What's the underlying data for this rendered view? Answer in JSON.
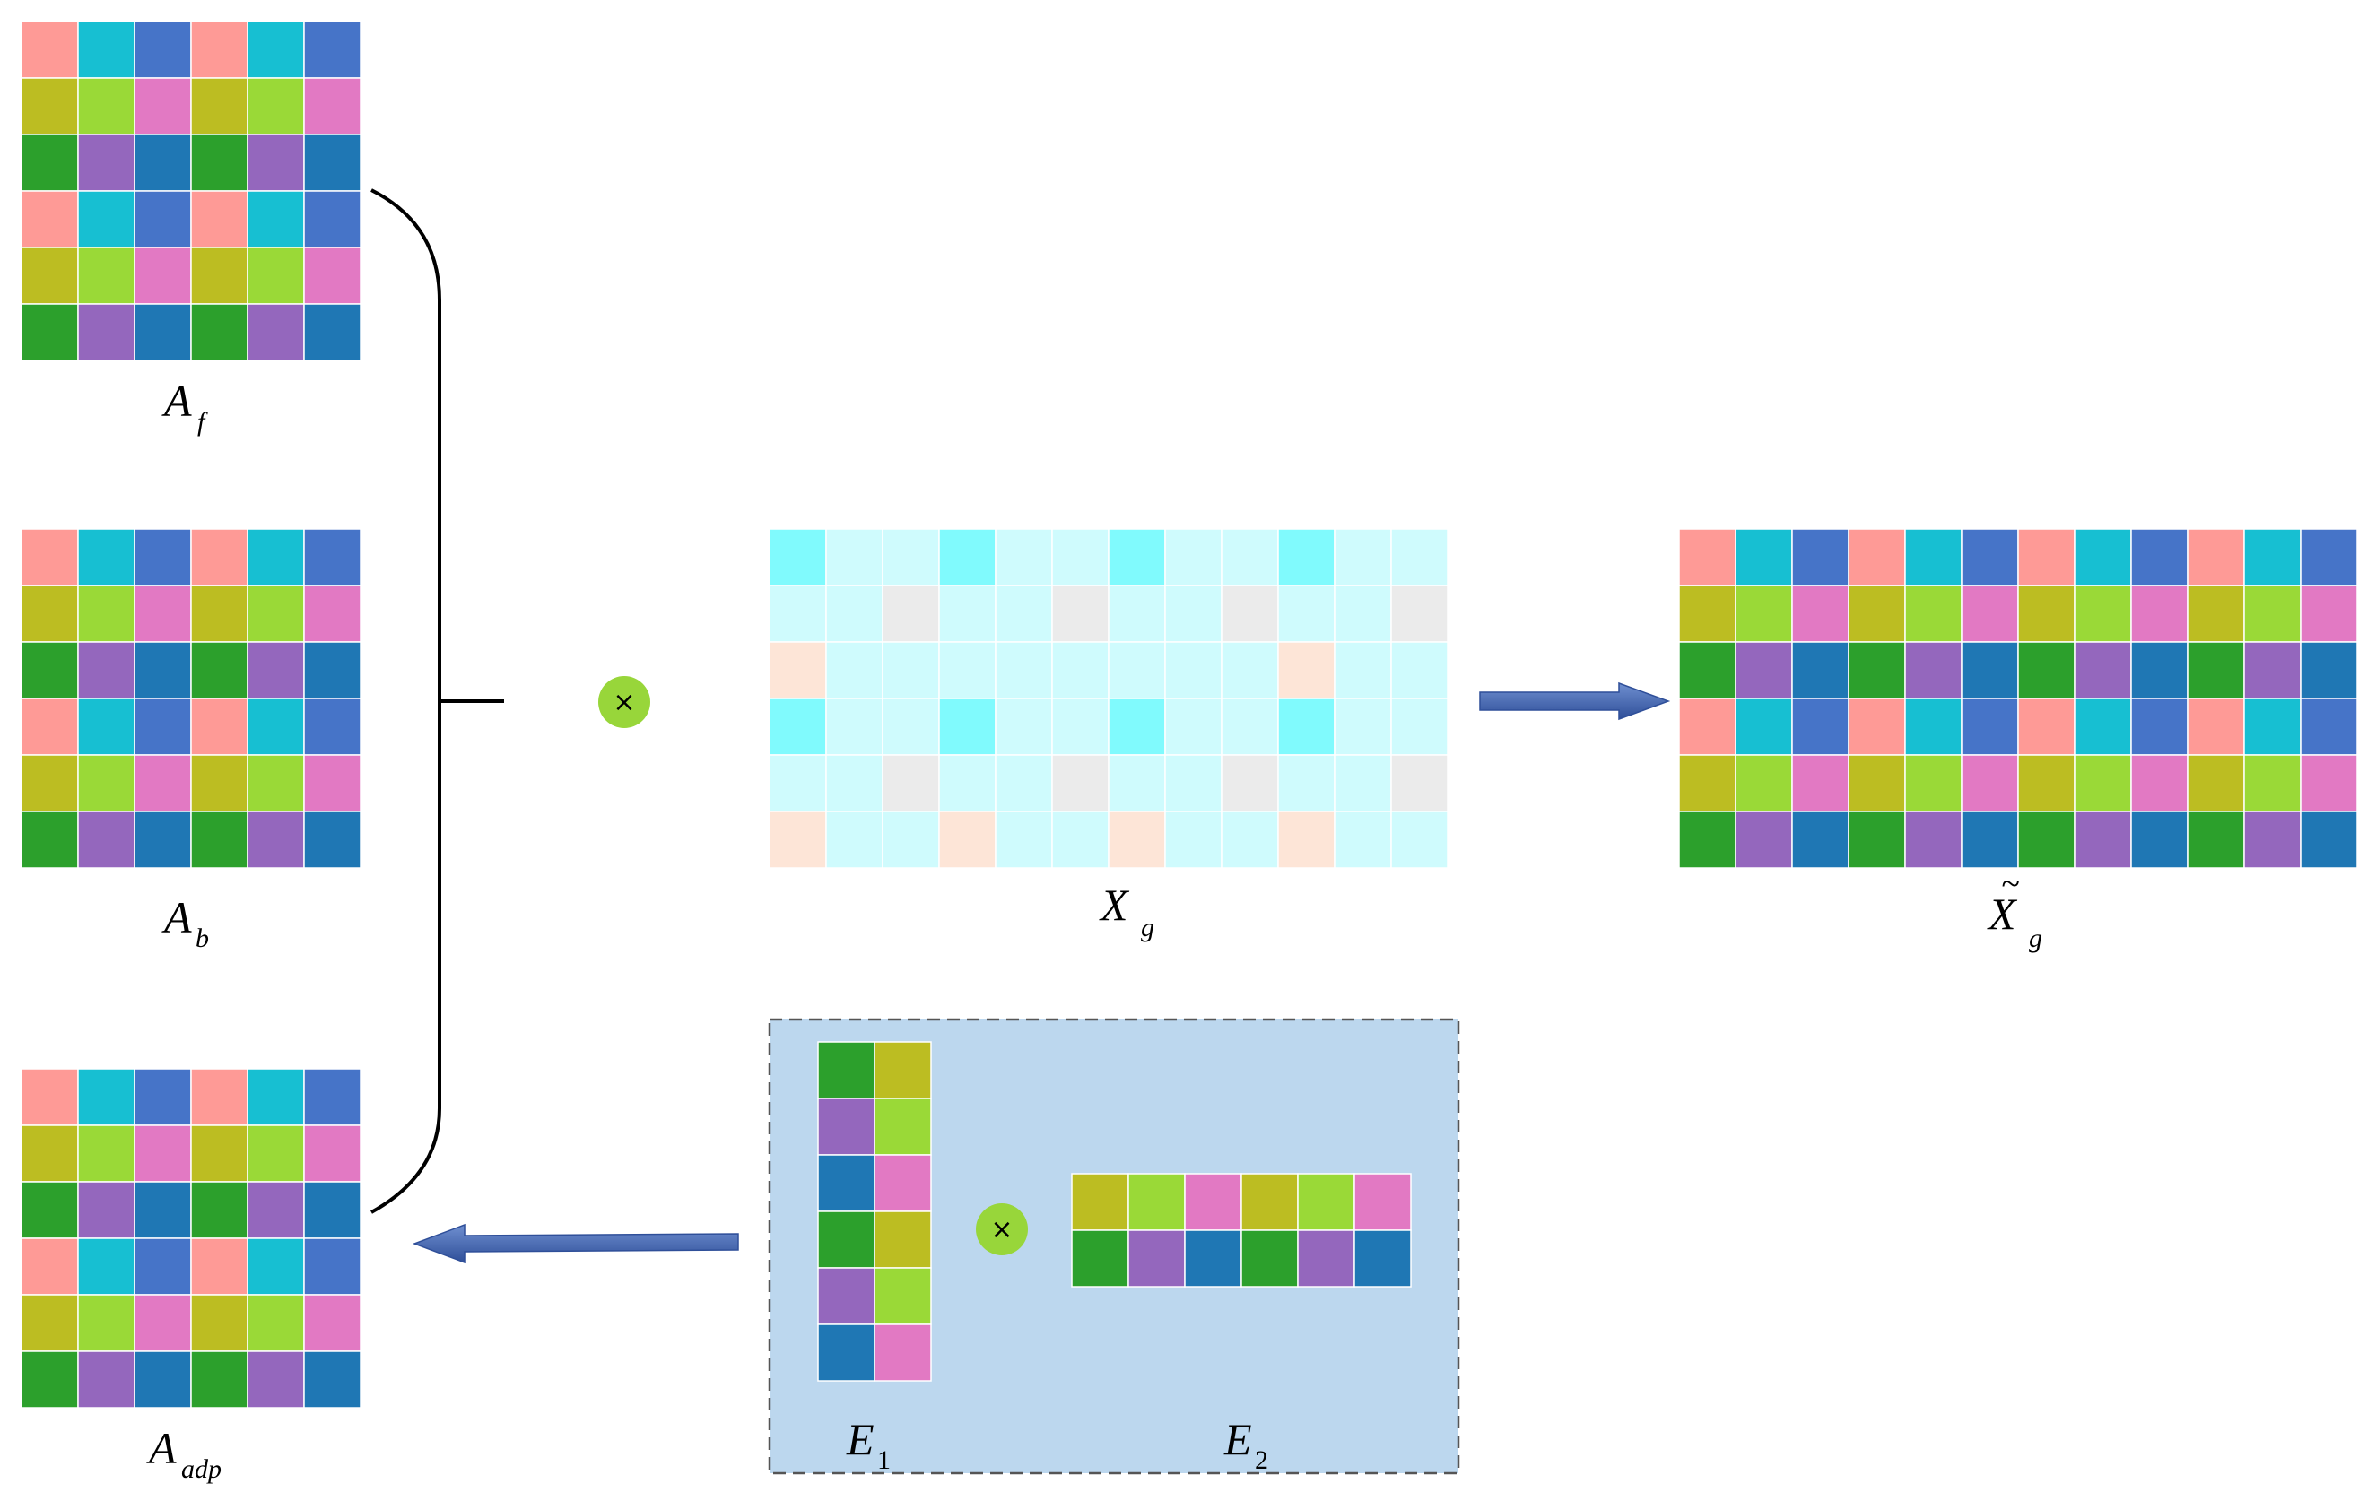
{
  "colors": {
    "salmon": "#fe9a96",
    "cyan": "#17bfd2",
    "royal": "#4674c8",
    "olive": "#bcbd22",
    "lime": "#9ad937",
    "pink": "#e279c3",
    "green": "#2ca02c",
    "purple": "#9467bd",
    "blue": "#1f77b4",
    "light_cyan": "#cffbfd",
    "aqua": "#80fafd",
    "light_gray": "#ebebeb",
    "peach": "#fde5d7",
    "panel_blue": "#bcd7ee",
    "arrow": "#3d5eaa",
    "op_circle": "#98d63a"
  },
  "pattern_6x6": [
    [
      "salmon",
      "cyan",
      "royal",
      "salmon",
      "cyan",
      "royal"
    ],
    [
      "olive",
      "lime",
      "pink",
      "olive",
      "lime",
      "pink"
    ],
    [
      "green",
      "purple",
      "blue",
      "green",
      "purple",
      "blue"
    ],
    [
      "salmon",
      "cyan",
      "royal",
      "salmon",
      "cyan",
      "royal"
    ],
    [
      "olive",
      "lime",
      "pink",
      "olive",
      "lime",
      "pink"
    ],
    [
      "green",
      "purple",
      "blue",
      "green",
      "purple",
      "blue"
    ]
  ],
  "pattern_xg": [
    [
      "aqua",
      "light_cyan",
      "light_cyan",
      "aqua",
      "light_cyan",
      "light_cyan",
      "aqua",
      "light_cyan",
      "light_cyan",
      "aqua",
      "light_cyan",
      "light_cyan"
    ],
    [
      "light_cyan",
      "light_cyan",
      "light_gray",
      "light_cyan",
      "light_cyan",
      "light_gray",
      "light_cyan",
      "light_cyan",
      "light_gray",
      "light_cyan",
      "light_cyan",
      "light_gray"
    ],
    [
      "peach",
      "light_cyan",
      "light_cyan",
      "light_cyan",
      "light_cyan",
      "light_cyan",
      "light_cyan",
      "light_cyan",
      "light_cyan",
      "peach",
      "light_cyan",
      "light_cyan"
    ],
    [
      "aqua",
      "light_cyan",
      "light_cyan",
      "aqua",
      "light_cyan",
      "light_cyan",
      "aqua",
      "light_cyan",
      "light_cyan",
      "aqua",
      "light_cyan",
      "light_cyan"
    ],
    [
      "light_cyan",
      "light_cyan",
      "light_gray",
      "light_cyan",
      "light_cyan",
      "light_gray",
      "light_cyan",
      "light_cyan",
      "light_gray",
      "light_cyan",
      "light_cyan",
      "light_gray"
    ],
    [
      "peach",
      "light_cyan",
      "light_cyan",
      "peach",
      "light_cyan",
      "light_cyan",
      "peach",
      "light_cyan",
      "light_cyan",
      "peach",
      "light_cyan",
      "light_cyan"
    ]
  ],
  "pattern_xg_out": [
    [
      "salmon",
      "cyan",
      "royal",
      "salmon",
      "cyan",
      "royal",
      "salmon",
      "cyan",
      "royal",
      "salmon",
      "cyan",
      "royal"
    ],
    [
      "olive",
      "lime",
      "pink",
      "olive",
      "lime",
      "pink",
      "olive",
      "lime",
      "pink",
      "olive",
      "lime",
      "pink"
    ],
    [
      "green",
      "purple",
      "blue",
      "green",
      "purple",
      "blue",
      "green",
      "purple",
      "blue",
      "green",
      "purple",
      "blue"
    ],
    [
      "salmon",
      "cyan",
      "royal",
      "salmon",
      "cyan",
      "royal",
      "salmon",
      "cyan",
      "royal",
      "salmon",
      "cyan",
      "royal"
    ],
    [
      "olive",
      "lime",
      "pink",
      "olive",
      "lime",
      "pink",
      "olive",
      "lime",
      "pink",
      "olive",
      "lime",
      "pink"
    ],
    [
      "green",
      "purple",
      "blue",
      "green",
      "purple",
      "blue",
      "green",
      "purple",
      "blue",
      "green",
      "purple",
      "blue"
    ]
  ],
  "pattern_e1": [
    [
      "green",
      "olive"
    ],
    [
      "purple",
      "lime"
    ],
    [
      "blue",
      "pink"
    ],
    [
      "green",
      "olive"
    ],
    [
      "purple",
      "lime"
    ],
    [
      "blue",
      "pink"
    ]
  ],
  "pattern_e2": [
    [
      "olive",
      "lime",
      "pink",
      "olive",
      "lime",
      "pink"
    ],
    [
      "green",
      "purple",
      "blue",
      "green",
      "purple",
      "blue"
    ]
  ],
  "labels": {
    "af_base": "A",
    "af_sub": "f",
    "ab_base": "A",
    "ab_sub": "b",
    "aadp_base": "A",
    "aadp_sub": "adp",
    "xg_base": "X",
    "xg_sub": "g",
    "xgt_base": "X",
    "xgt_sub": "g",
    "xgt_tilde": "~",
    "e1_base": "E",
    "e1_sub": "1",
    "e2_base": "E",
    "e2_sub": "2"
  },
  "operators": {
    "multiply": "×"
  }
}
